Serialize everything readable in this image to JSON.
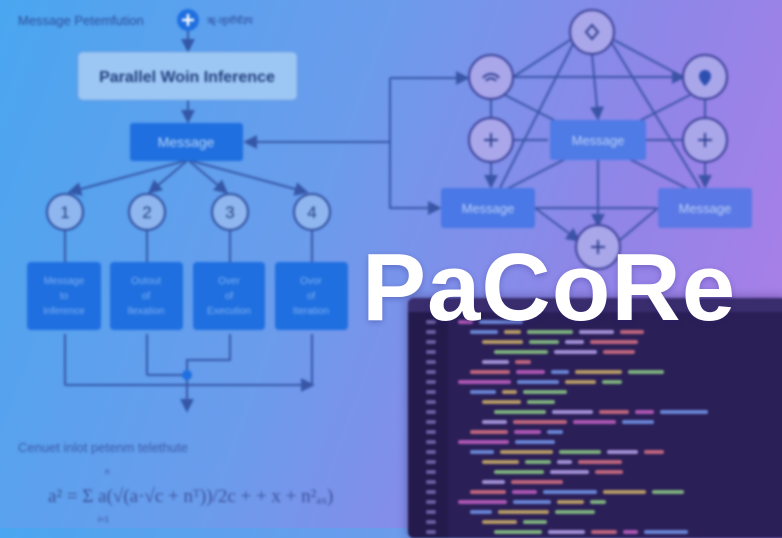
{
  "title": "PaCoRe",
  "diagram": {
    "header_label": "Message Petemfution",
    "header_sublabel": "ॠ-ॡलॉचॅउप",
    "top_box": "Parallel Woin Inference",
    "message_box": "Message",
    "steps": [
      "1",
      "2",
      "3",
      "4"
    ],
    "step_boxes": [
      [
        "Message",
        "to",
        "Inference"
      ],
      [
        "Outout",
        "of",
        "Ilexation"
      ],
      [
        "Over",
        "of",
        "Execution"
      ],
      [
        "Ovor",
        "of",
        "Iteration"
      ]
    ],
    "caption": "Cenuet inlot petenm telethute",
    "formula": "a² = Σ a(√(a·√c + nᵀ))/2c + + x + n²ₐₓ)",
    "formula_sum_top": "n",
    "formula_sum_bottom": "i=1"
  },
  "network": {
    "boxes": [
      "Message",
      "Message",
      "Message"
    ],
    "nodes": [
      "wifi-icon",
      "diamond-icon",
      "location-pin-icon",
      "plus-icon",
      "plus-icon",
      "plus-icon"
    ]
  },
  "colors": {
    "box_blue": "#1f6fe0",
    "code_bg": "#2b1f57",
    "title": "#ffffff"
  }
}
